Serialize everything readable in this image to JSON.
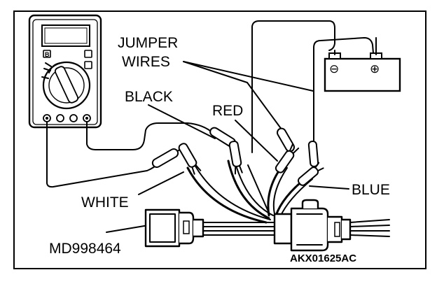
{
  "labels": {
    "jumper_wires_line1": "JUMPER",
    "jumper_wires_line2": "WIRES",
    "black": "BLACK",
    "red": "RED",
    "white": "WHITE",
    "blue": "BLUE",
    "tool_number": "MD998464",
    "figure_code": "AKX01625AC"
  },
  "battery": {
    "negative_symbol": "⊖",
    "positive_symbol": "⊕"
  },
  "icons": [
    "multimeter-icon",
    "battery-icon",
    "harness-connector-icon",
    "probe-clip-icon"
  ]
}
